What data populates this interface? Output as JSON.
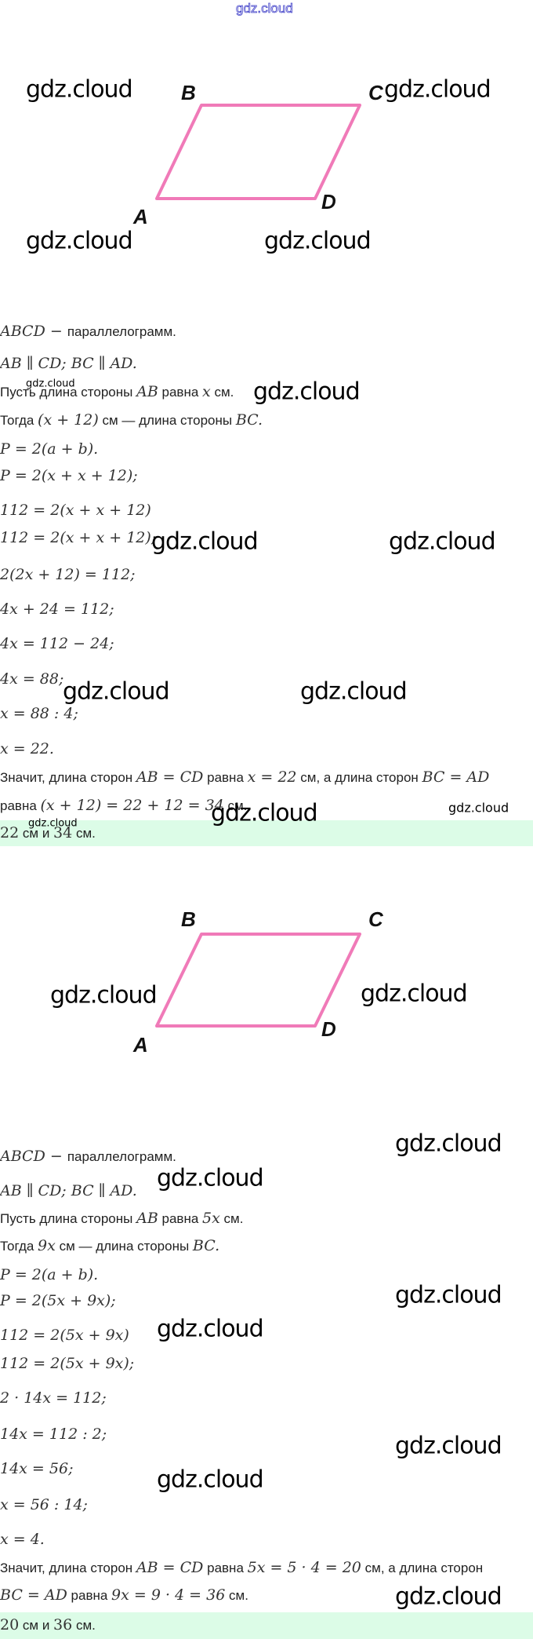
{
  "header": {
    "watermark": "gdz.cloud"
  },
  "figure1": {
    "labels": {
      "A": "A",
      "B": "B",
      "C": "C",
      "D": "D"
    },
    "stroke": "#f07ab8"
  },
  "figure2": {
    "labels": {
      "A": "A",
      "B": "B",
      "C": "C",
      "D": "D"
    },
    "stroke": "#f07ab8"
  },
  "watermark_text": "gdz.cloud",
  "solution1": {
    "lines": [
      [
        {
          "t": "ABCD − ",
          "m": 1
        },
        {
          "t": "параллелограмм."
        }
      ],
      [
        {
          "t": "AB ∥ CD;  BC ∥ AD.",
          "m": 1
        }
      ],
      [
        {
          "t": "Пусть длина стороны "
        },
        {
          "t": "AB",
          "m": 1
        },
        {
          "t": " равна "
        },
        {
          "t": "x",
          "m": 1
        },
        {
          "t": " см."
        }
      ],
      [
        {
          "t": "Тогда "
        },
        {
          "t": "(x + 12)",
          "m": 1
        },
        {
          "t": " см — длина стороны "
        },
        {
          "t": "BC.",
          "m": 1
        }
      ],
      [
        {
          "t": "P = 2(a + b).",
          "m": 1
        }
      ],
      [
        {
          "t": "P = 2(x + x + 12);",
          "m": 1
        }
      ],
      [
        {
          "t": "112 = 2(x + x + 12)",
          "m": 1
        }
      ],
      [
        {
          "t": "112 = 2(x + x + 12);",
          "m": 1
        }
      ],
      [
        {
          "t": "2(2x + 12) = 112;",
          "m": 1
        }
      ],
      [
        {
          "t": "4x + 24 = 112;",
          "m": 1
        }
      ],
      [
        {
          "t": "4x = 112 − 24;",
          "m": 1
        }
      ],
      [
        {
          "t": "4x = 88;",
          "m": 1
        }
      ],
      [
        {
          "t": "x = 88 : 4;",
          "m": 1
        }
      ],
      [
        {
          "t": "x = 22.",
          "m": 1
        }
      ],
      [
        {
          "t": "Значит, длина сторон "
        },
        {
          "t": "AB = CD",
          "m": 1
        },
        {
          "t": " равна "
        },
        {
          "t": "x = 22",
          "m": 1
        },
        {
          "t": " см, а длина сторон "
        },
        {
          "t": "BC = AD",
          "m": 1
        }
      ],
      [
        {
          "t": "равна "
        },
        {
          "t": "(x + 12) = 22 + 12 = 34",
          "m": 1
        },
        {
          "t": " см."
        }
      ]
    ],
    "answer": [
      {
        "t": "22",
        "m": 2
      },
      {
        "t": " см и "
      },
      {
        "t": "34",
        "m": 2
      },
      {
        "t": " см."
      }
    ]
  },
  "solution2": {
    "lines": [
      [
        {
          "t": "ABCD − ",
          "m": 1
        },
        {
          "t": "параллелограмм."
        }
      ],
      [
        {
          "t": "AB ∥ CD;  BC ∥ AD.",
          "m": 1
        }
      ],
      [
        {
          "t": "Пусть длина стороны "
        },
        {
          "t": "AB",
          "m": 1
        },
        {
          "t": " равна "
        },
        {
          "t": "5x",
          "m": 1
        },
        {
          "t": " см."
        }
      ],
      [
        {
          "t": "Тогда "
        },
        {
          "t": "9x",
          "m": 1
        },
        {
          "t": " см — длина стороны "
        },
        {
          "t": "BC.",
          "m": 1
        }
      ],
      [
        {
          "t": "P = 2(a + b).",
          "m": 1
        }
      ],
      [
        {
          "t": "P = 2(5x + 9x);",
          "m": 1
        }
      ],
      [
        {
          "t": "112 = 2(5x + 9x)",
          "m": 1
        }
      ],
      [
        {
          "t": "112 = 2(5x + 9x);",
          "m": 1
        }
      ],
      [
        {
          "t": "2 · 14x = 112;",
          "m": 1
        }
      ],
      [
        {
          "t": "14x = 112 : 2;",
          "m": 1
        }
      ],
      [
        {
          "t": "14x = 56;",
          "m": 1
        }
      ],
      [
        {
          "t": "x = 56 : 14;",
          "m": 1
        }
      ],
      [
        {
          "t": "x = 4.",
          "m": 1
        }
      ],
      [
        {
          "t": "Значит, длина сторон "
        },
        {
          "t": "AB = CD",
          "m": 1
        },
        {
          "t": " равна "
        },
        {
          "t": "5x = 5 · 4 = 20",
          "m": 1
        },
        {
          "t": " см, а длина сторон"
        }
      ],
      [
        {
          "t": "BC = AD",
          "m": 1
        },
        {
          "t": " равна "
        },
        {
          "t": "9x = 9 · 4 = 36",
          "m": 1
        },
        {
          "t": " см."
        }
      ]
    ],
    "answer": [
      {
        "t": "20",
        "m": 2
      },
      {
        "t": " см и "
      },
      {
        "t": "36",
        "m": 2
      },
      {
        "t": " см."
      }
    ]
  },
  "colors": {
    "answer_bg": "#dcfce7",
    "figure_stroke": "#f07ab8"
  }
}
